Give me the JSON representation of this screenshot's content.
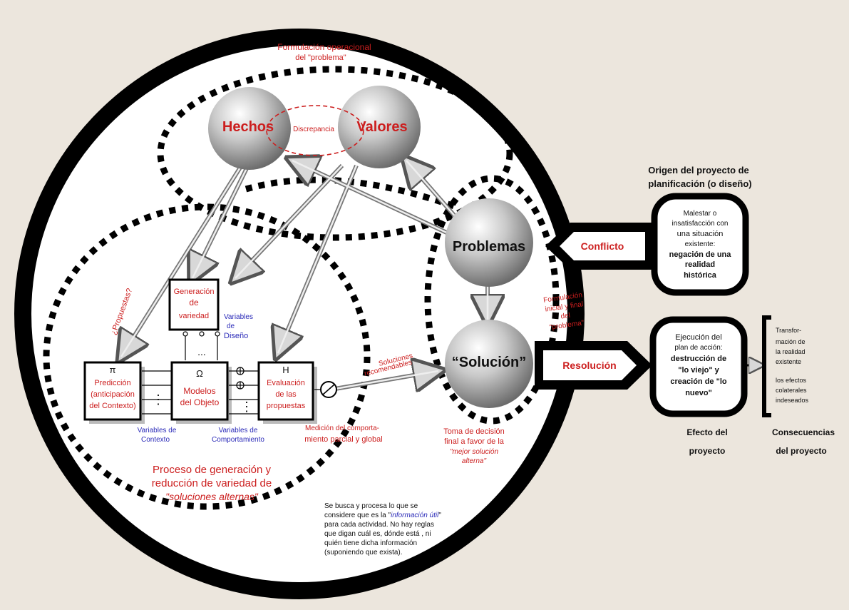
{
  "top_label": {
    "line1": "Formulación operacional",
    "line2": "del \"problema\""
  },
  "balls": {
    "hechos": "Hechos",
    "valores": "Valores",
    "discrepancia": "Discrepancia",
    "problemas": "Problemas",
    "solucion": "“Solución”"
  },
  "boxes": {
    "generacion": {
      "l1": "Generación",
      "l2": "de",
      "l3": "variedad"
    },
    "prediccion": {
      "symbol": "π",
      "l1": "Predicción",
      "l2": "(anticipación",
      "l3": "del Contexto)"
    },
    "modelos": {
      "symbol": "Ω",
      "l1": "Modelos",
      "l2": "del Objeto"
    },
    "evaluacion": {
      "symbol": "Η",
      "l1": "Evaluación",
      "l2": "de las",
      "l3": "propuestas"
    },
    "dots": "..."
  },
  "labels": {
    "propuestas": "¿Propuestas?",
    "var_diseno": {
      "l1": "Variables",
      "l2": "de",
      "l3": "Diseño"
    },
    "var_contexto": {
      "l1": "Variables de",
      "l2": "Contexto"
    },
    "var_comport": {
      "l1": "Variables de",
      "l2": "Comportamiento"
    },
    "medicion": {
      "l1": "Medición del comporta-",
      "l2": "miento parcial y global"
    },
    "soluciones_rec": {
      "l1": "Soluciones",
      "l2": "recomendables"
    },
    "proceso": {
      "l1": "Proceso de generación y",
      "l2": "reducción de variedad de",
      "l3": "\"soluciones alternas\""
    },
    "info": {
      "l1": "Se busca y procesa lo que se",
      "l2a": "considere que es la \"",
      "l2b": "información útil",
      "l2c": "\"",
      "l3": "para cada actividad.  No hay reglas",
      "l4": "que digan cuál es, dónde está , ni",
      "l5": "quién tiene dicha información",
      "l6": "(suponiendo que exista)."
    },
    "toma": {
      "l1": "Toma de decisión",
      "l2": "final a favor de la",
      "l3": "\"mejor solución",
      "l4": "alterna\""
    },
    "formulacion_if": {
      "l1": "Formulación",
      "l2": "inicial y final",
      "l3": "del",
      "l4": "\"problema\""
    }
  },
  "right": {
    "origen": {
      "l1": "Origen del proyecto de",
      "l2": "planificación (o diseño)"
    },
    "conflicto": "Conflicto",
    "resolucion": "Resolución",
    "malestar": {
      "l1": "Malestar o",
      "l2": "insatisfacción con",
      "l3": "una situación",
      "l4": "existente:",
      "l5": "negación de una",
      "l6": "realidad",
      "l7": "histórica"
    },
    "ejecucion": {
      "l1": "Ejecución del",
      "l2": "plan de acción:",
      "l3": "destrucción de",
      "l4": "\"lo viejo\" y",
      "l5": "creación de \"lo",
      "l6": "nuevo\""
    },
    "transf": {
      "l1": "Transfor-",
      "l2": "mación de",
      "l3": "la realidad",
      "l4": "existente",
      "l5": "los efectos",
      "l6": "colaterales",
      "l7": "indeseados"
    },
    "efecto": {
      "l1": "Efecto del",
      "l2": "proyecto"
    },
    "consecuencias": {
      "l1": "Consecuencias",
      "l2": "del proyecto"
    }
  },
  "colors": {
    "accent_red": "#cc1f1f",
    "accent_blue": "#2a2ab8",
    "background": "#ece6dd"
  }
}
